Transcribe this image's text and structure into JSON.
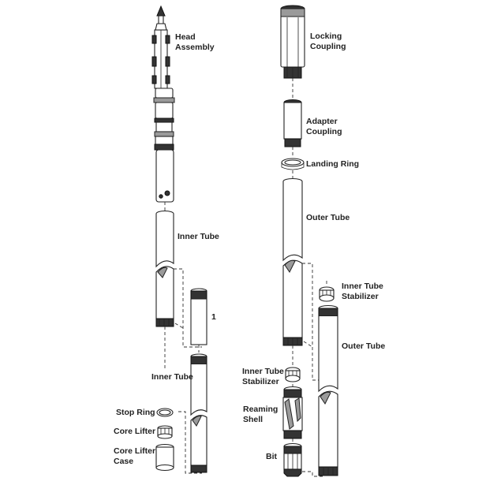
{
  "labels": {
    "head_assembly": "Head\nAssembly",
    "inner_tube_upper": "Inner Tube",
    "callout_1": "1",
    "inner_tube_lower": "Inner Tube",
    "stop_ring": "Stop Ring",
    "core_lifter": "Core Lifter",
    "core_lifter_case": "Core Lifter\nCase",
    "locking_coupling": "Locking\nCoupling",
    "adapter_coupling": "Adapter\nCoupling",
    "landing_ring": "Landing Ring",
    "outer_tube_upper": "Outer Tube",
    "inner_tube_stabilizer_right": "Inner Tube\nStabilizer",
    "outer_tube_lower": "Outer Tube",
    "inner_tube_stabilizer_left": "Inner Tube\nStabilizer",
    "reaming_shell": "Reaming\nShell",
    "bit": "Bit"
  },
  "colors": {
    "line": "#222222",
    "shade": "#9a9a9a",
    "background": "#ffffff"
  }
}
